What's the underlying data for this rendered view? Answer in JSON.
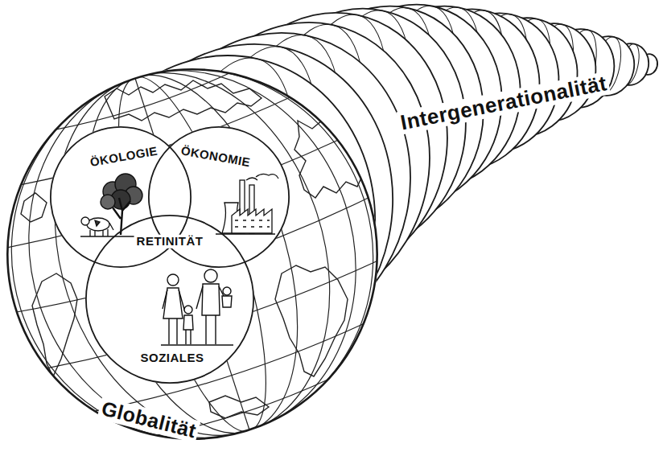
{
  "diagram": {
    "nodes": [
      {
        "text": [
          "Globalität"
        ]
      },
      {
        "text": [
          "ÖKOLOGIE"
        ],
        "in": 0
      },
      {
        "text": [
          "ÖKONOMIE"
        ],
        "in": 0
      },
      {
        "text": [
          "SOZIALES"
        ],
        "in": 0
      }
    ],
    "labels": [
      "RETINITÄT",
      "Intergenerationalität"
    ]
  }
}
